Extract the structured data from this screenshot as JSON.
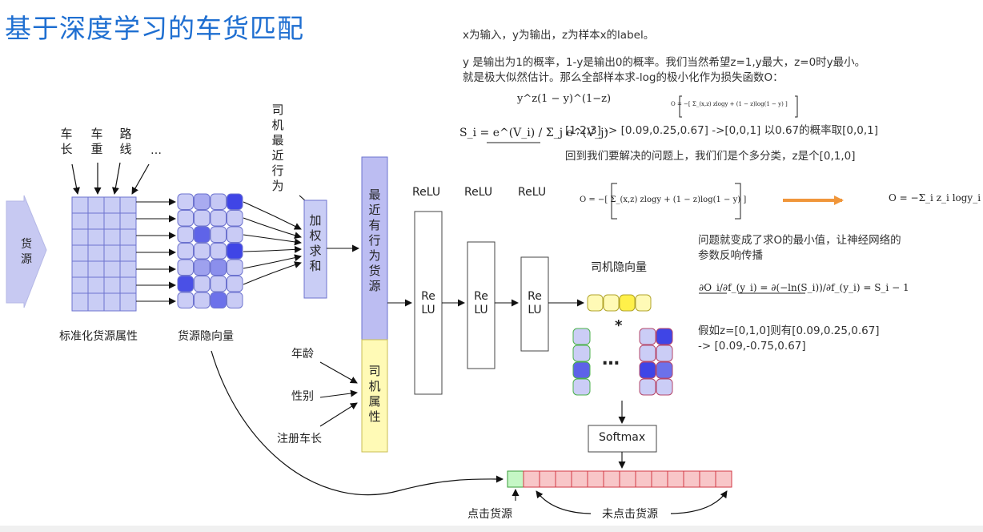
{
  "slide_title": "基于深度学习的车货匹配",
  "notes": {
    "line1": "x为输入，y为输出，z为样本x的label。",
    "line2": "y 是输出为1的概率，1-y是输出0的概率。我们当然希望z=1,y最大，z=0时y最小。",
    "line3": "就是极大似然估计。那么全部样本求-log的极小化作为损失函数O：",
    "softmax_example": "[1,2,3] ->  [0.09,0.25,0.67] ->[0,0,1]  以0.67的概率取[0,0,1]",
    "problem_back": "回到我们要解决的问题上，我们们是个多分类，z是个[0,1,0]",
    "min_problem_1": "问题就变成了求O的最小值，让神经网络的",
    "min_problem_2": "参数反响传播",
    "example_1": "假如z=[0,1,0]则有[0.09,0.25,0.67]",
    "example_2": "-> [0.09,-0.75,0.67]"
  },
  "formulas": {
    "likelihood": "y^z(1 − y)^(1−z)",
    "loss_small": "O = −[ Σ_(x,z) zlogy + (1 − z)log(1 − y) ]",
    "softmax": "S_i = e^(V_i) / Σ_j e^(V_j)",
    "loss": "O = −[ Σ_(x,z) zlogy + (1 − z)log(1 − y) ]",
    "loss_multiclass": "O = −Σ_i z_i logy_i",
    "gradient": "∂O_i/∂f_(y_i) = ∂(−ln(S_i))/∂f_(y_i) = S_i − 1"
  },
  "input": {
    "cargo_source": "货源",
    "attr_features": [
      "车长",
      "车重",
      "路线",
      "…"
    ],
    "std_attr_label": "标准化货源属性",
    "cargo_vector_label": "货源隐向量"
  },
  "driver": {
    "recent_behavior_label": "司机最近行为",
    "weighted_sum_label": "加权求和",
    "recent_cargo_label": "最近有行为货源",
    "driver_attrs_label": "司机属性",
    "driver_attr_items": [
      "年龄",
      "性别",
      "注册车长"
    ]
  },
  "network": {
    "relu_titles": [
      "ReLU",
      "ReLU",
      "ReLU"
    ],
    "relu_block_label": "ReLU",
    "driver_vector_label": "司机隐向量",
    "multiply_sign": "*",
    "ellipsis": "…",
    "softmax_label": "Softmax",
    "clicked_label": "点击货源",
    "not_clicked_label": "未点击货源"
  },
  "colors": {
    "title_blue": "#1f6fd1",
    "grid_blue": "#c9cdf5",
    "behavior_purple": "#bcbdf2",
    "driver_attr_yellow": "#fffab6",
    "arrow_orange": "#f0963a",
    "clicked_green": "#c5f7c5",
    "not_clicked_pink": "#f8b9bc",
    "input_arrow": "#c7c9f2"
  }
}
